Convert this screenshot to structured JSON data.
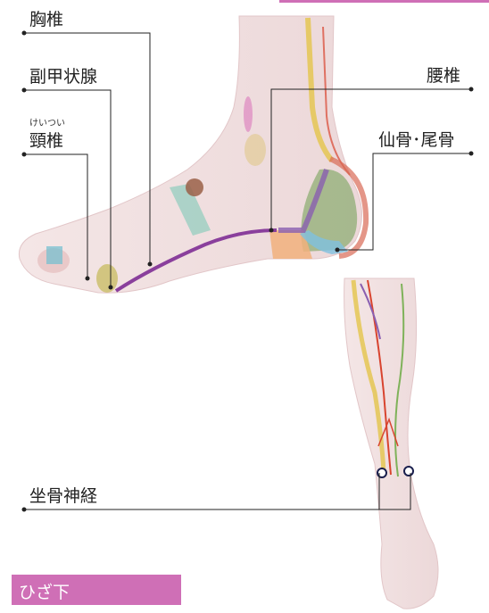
{
  "labels": {
    "thoracic": "胸椎",
    "parathyroid": "副甲状腺",
    "cervical_ruby": "けいつい",
    "cervical": "頸椎",
    "lumbar": "腰椎",
    "sacrum_coccyx": "仙骨･尾骨",
    "sciatic": "坐骨神経"
  },
  "section_tab": "ひざ下",
  "colors": {
    "accent": "#cf6fb6",
    "leader": "#222222",
    "spine_line": "#8a3f9c",
    "nerve_red": "#d8442f",
    "nerve_yellow": "#e3c44a",
    "nerve_green": "#7fb25a"
  }
}
